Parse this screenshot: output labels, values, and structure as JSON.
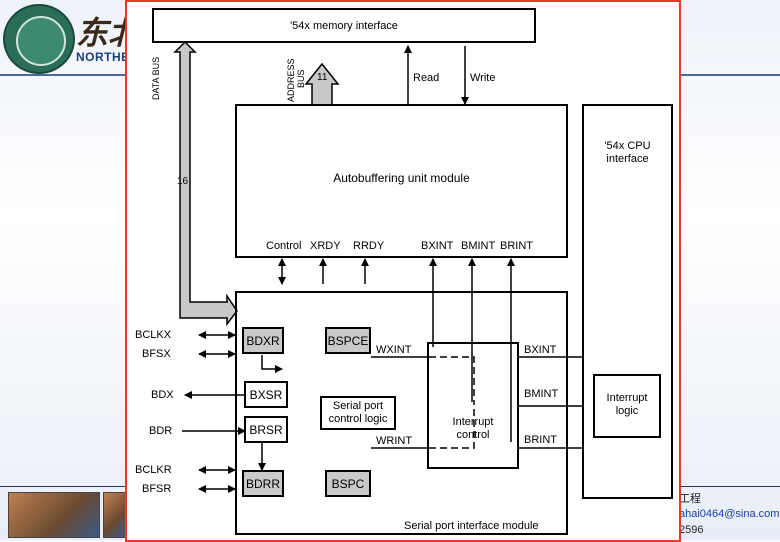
{
  "background": {
    "logo_cn": "东北",
    "logo_en": "NORTHEAS",
    "right_texts": [
      "工程",
      "ahai0464@sina.com",
      "2596"
    ]
  },
  "diagram": {
    "memory_interface": "'54x memory interface",
    "data_bus_label": "DATA BUS",
    "data_bus_width": "16",
    "address_bus_label": [
      "ADDRESS",
      "BUS"
    ],
    "address_bus_width": "11",
    "read_label": "Read",
    "write_label": "Write",
    "autobuffer_title": "Autobuffering unit module",
    "autobuffer_signals": [
      "Control",
      "XRDY",
      "RRDY",
      "BXINT",
      "BMINT",
      "BRINT"
    ],
    "cpu_interface": [
      "'54x CPU",
      "interface"
    ],
    "interrupt_logic": [
      "Interrupt",
      "logic"
    ],
    "serial_module_title": "Serial port interface module",
    "registers": {
      "bdxr": "BDXR",
      "bspce": "BSPCE",
      "bxsr": "BXSR",
      "brsr": "BRSR",
      "bdrr": "BDRR",
      "bspc": "BSPC"
    },
    "serial_control": [
      "Serial port",
      "control logic"
    ],
    "interrupt_control": [
      "Interrupt",
      "control"
    ],
    "inner_signals": {
      "wxint": "WXINT",
      "wrint": "WRINT"
    },
    "right_signals": {
      "bxint": "BXINT",
      "bmint": "BMINT",
      "brint": "BRINT"
    },
    "pins": [
      "BCLKX",
      "BFSX",
      "BDX",
      "BDR",
      "BCLKR",
      "BFSR"
    ]
  }
}
